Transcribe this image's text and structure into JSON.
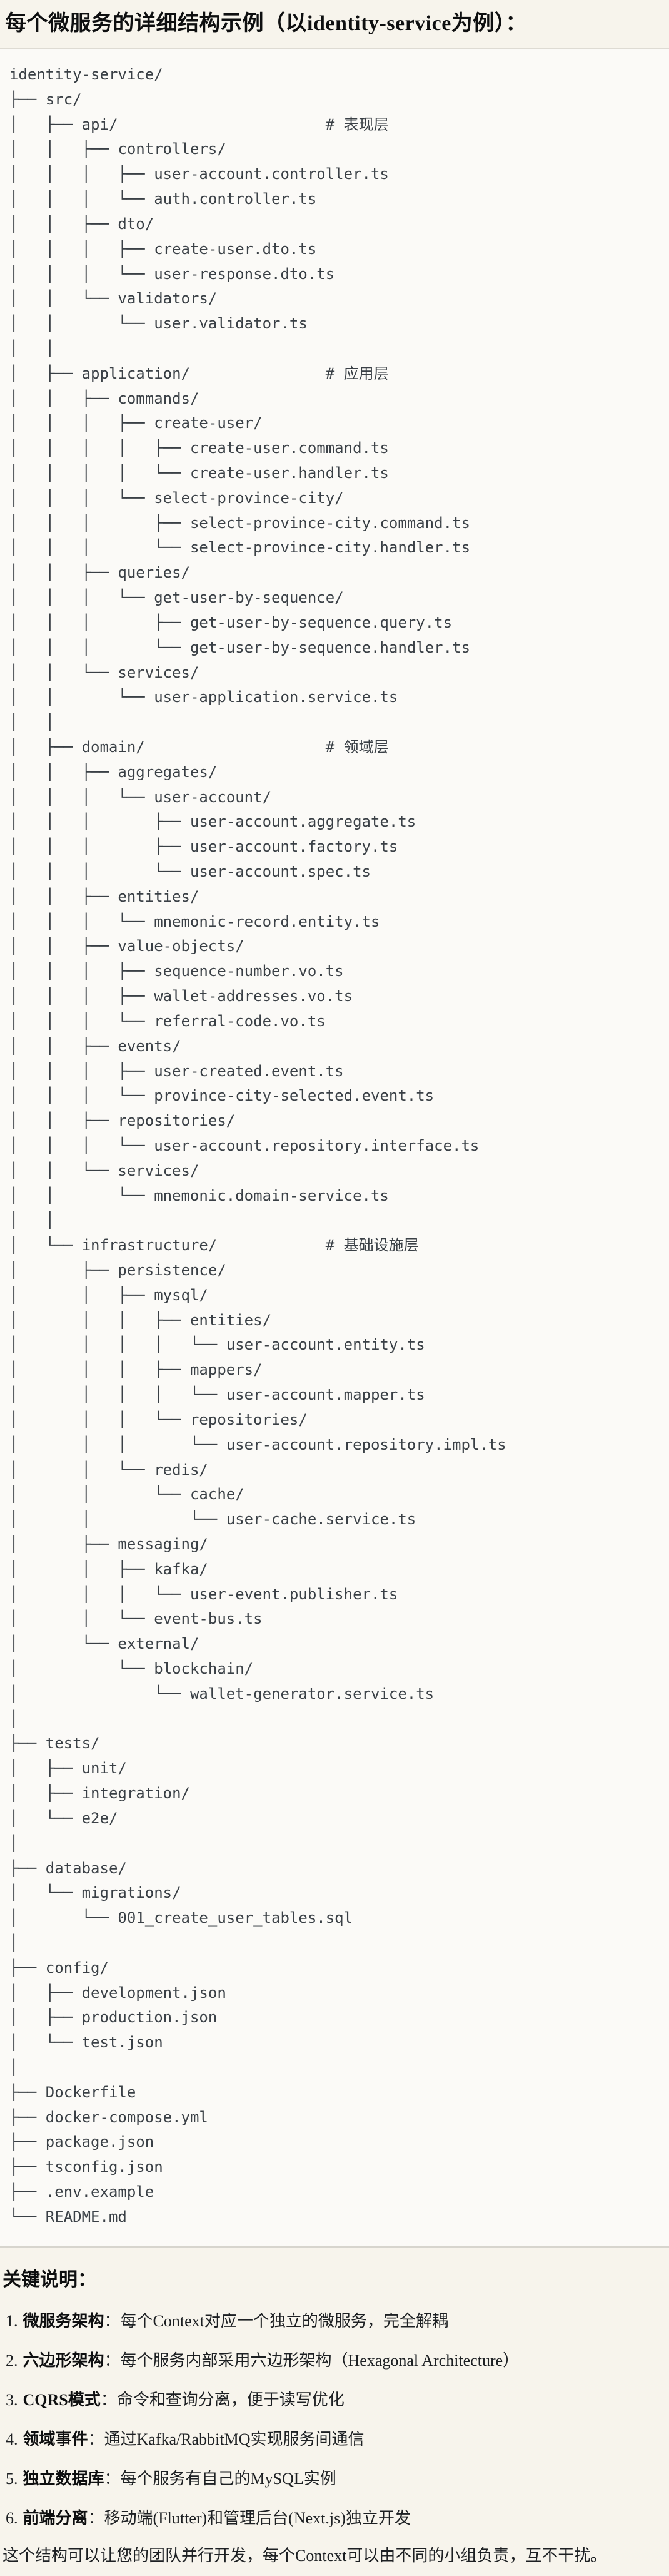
{
  "title": "每个微服务的详细结构示例（以identity-service为例）：",
  "colors": {
    "page_background": "#f7f4ec",
    "code_block_background": "#fbfaf7",
    "code_block_border": "#dedbd3",
    "tree_text": "#3a4046",
    "body_text": "#1d2023"
  },
  "tree": {
    "lines": [
      "identity-service/",
      "├── src/",
      "│   ├── api/                       # 表现层",
      "│   │   ├── controllers/",
      "│   │   │   ├── user-account.controller.ts",
      "│   │   │   └── auth.controller.ts",
      "│   │   ├── dto/",
      "│   │   │   ├── create-user.dto.ts",
      "│   │   │   └── user-response.dto.ts",
      "│   │   └── validators/",
      "│   │       └── user.validator.ts",
      "│   │",
      "│   ├── application/               # 应用层",
      "│   │   ├── commands/",
      "│   │   │   ├── create-user/",
      "│   │   │   │   ├── create-user.command.ts",
      "│   │   │   │   └── create-user.handler.ts",
      "│   │   │   └── select-province-city/",
      "│   │   │       ├── select-province-city.command.ts",
      "│   │   │       └── select-province-city.handler.ts",
      "│   │   ├── queries/",
      "│   │   │   └── get-user-by-sequence/",
      "│   │   │       ├── get-user-by-sequence.query.ts",
      "│   │   │       └── get-user-by-sequence.handler.ts",
      "│   │   └── services/",
      "│   │       └── user-application.service.ts",
      "│   │",
      "│   ├── domain/                    # 领域层",
      "│   │   ├── aggregates/",
      "│   │   │   └── user-account/",
      "│   │   │       ├── user-account.aggregate.ts",
      "│   │   │       ├── user-account.factory.ts",
      "│   │   │       └── user-account.spec.ts",
      "│   │   ├── entities/",
      "│   │   │   └── mnemonic-record.entity.ts",
      "│   │   ├── value-objects/",
      "│   │   │   ├── sequence-number.vo.ts",
      "│   │   │   ├── wallet-addresses.vo.ts",
      "│   │   │   └── referral-code.vo.ts",
      "│   │   ├── events/",
      "│   │   │   ├── user-created.event.ts",
      "│   │   │   └── province-city-selected.event.ts",
      "│   │   ├── repositories/",
      "│   │   │   └── user-account.repository.interface.ts",
      "│   │   └── services/",
      "│   │       └── mnemonic.domain-service.ts",
      "│   │",
      "│   └── infrastructure/            # 基础设施层",
      "│       ├── persistence/",
      "│       │   ├── mysql/",
      "│       │   │   ├── entities/",
      "│       │   │   │   └── user-account.entity.ts",
      "│       │   │   ├── mappers/",
      "│       │   │   │   └── user-account.mapper.ts",
      "│       │   │   └── repositories/",
      "│       │   │       └── user-account.repository.impl.ts",
      "│       │   └── redis/",
      "│       │       └── cache/",
      "│       │           └── user-cache.service.ts",
      "│       ├── messaging/",
      "│       │   ├── kafka/",
      "│       │   │   └── user-event.publisher.ts",
      "│       │   └── event-bus.ts",
      "│       └── external/",
      "│           └── blockchain/",
      "│               └── wallet-generator.service.ts",
      "│",
      "├── tests/",
      "│   ├── unit/",
      "│   ├── integration/",
      "│   └── e2e/",
      "│",
      "├── database/",
      "│   └── migrations/",
      "│       └── 001_create_user_tables.sql",
      "│",
      "├── config/",
      "│   ├── development.json",
      "│   ├── production.json",
      "│   └── test.json",
      "│",
      "├── Dockerfile",
      "├── docker-compose.yml",
      "├── package.json",
      "├── tsconfig.json",
      "├── .env.example",
      "└── README.md"
    ]
  },
  "notes": {
    "heading": "关键说明：",
    "items": [
      {
        "num": "1.",
        "term": "微服务架构",
        "sep": "：",
        "desc": "每个Context对应一个独立的微服务，完全解耦"
      },
      {
        "num": "2.",
        "term": "六边形架构",
        "sep": "：",
        "desc": "每个服务内部采用六边形架构（Hexagonal Architecture）"
      },
      {
        "num": "3.",
        "term": "CQRS模式",
        "sep": "：",
        "desc": "命令和查询分离，便于读写优化"
      },
      {
        "num": "4.",
        "term": "领域事件",
        "sep": "：",
        "desc": "通过Kafka/RabbitMQ实现服务间通信"
      },
      {
        "num": "5.",
        "term": "独立数据库",
        "sep": "：",
        "desc": "每个服务有自己的MySQL实例"
      },
      {
        "num": "6.",
        "term": "前端分离",
        "sep": "：",
        "desc": "移动端(Flutter)和管理后台(Next.js)独立开发"
      }
    ],
    "footer": "这个结构可以让您的团队并行开发，每个Context可以由不同的小组负责，互不干扰。"
  }
}
